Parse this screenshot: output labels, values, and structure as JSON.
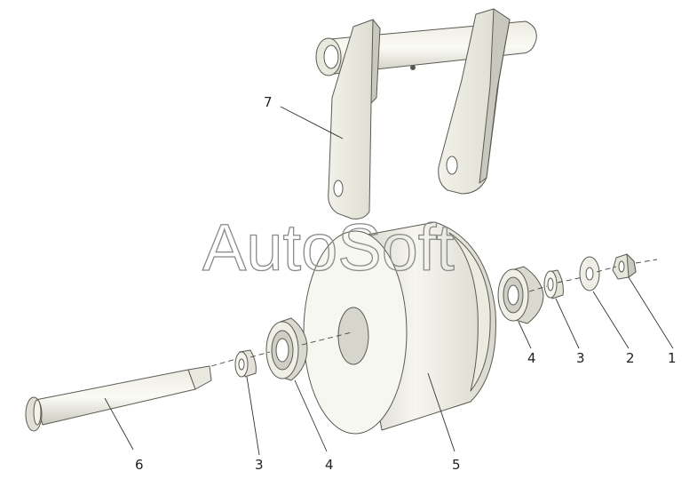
{
  "watermark": "AutoSoft",
  "colors": {
    "part_fill": "#f4f4ec",
    "part_shade": "#dcdcd2",
    "part_dark": "#b4b4aa",
    "outline": "#5a5a52",
    "text": "#222222",
    "background": "#ffffff"
  },
  "callouts": {
    "c7": "7",
    "c6": "6",
    "c3_left": "3",
    "c4_left": "4",
    "c5": "5",
    "c4_right": "4",
    "c3_right": "3",
    "c2": "2",
    "c1": "1"
  }
}
